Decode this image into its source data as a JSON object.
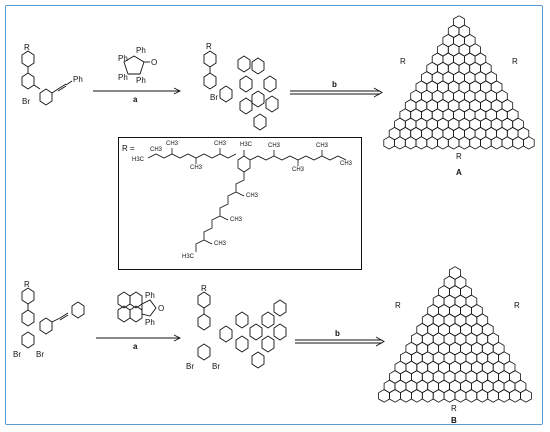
{
  "top_reaction": {
    "reactant_labels": {
      "r": "R",
      "br": "Br",
      "ph": "Ph"
    },
    "reagent_labels": {
      "ph1": "Ph",
      "ph2": "Ph",
      "ph3": "Ph",
      "ph4": "Ph",
      "o": "O"
    },
    "arrow1_label": "a",
    "intermediate_labels": {
      "r": "R",
      "br": "Br"
    },
    "arrow2_label": "b",
    "product_labels": {
      "r_left": "R",
      "r_right": "R",
      "r_bottom": "R"
    },
    "product_name": "A"
  },
  "r_group_box": {
    "r_equals": "R =",
    "labels": {
      "ch3_a": "CH3",
      "ch3_b": "CH3",
      "ch3_c": "CH3",
      "h3c_left": "H3C",
      "h3c_top": "H3C",
      "ch3_d": "CH3",
      "ch3_e": "CH3",
      "ch3_f": "CH3",
      "ch3_g": "CH3",
      "ch3_h": "CH3",
      "ch3_i": "CH3",
      "ch3_j": "CH3",
      "ch3_k": "CH3",
      "h3c_bottom": "H3C"
    }
  },
  "bottom_reaction": {
    "reactant_labels": {
      "r": "R",
      "br_left": "Br",
      "br_right": "Br"
    },
    "reagent_labels": {
      "ph1": "Ph",
      "ph2": "Ph",
      "o": "O"
    },
    "arrow1_label": "a",
    "intermediate_labels": {
      "r": "R",
      "br_left": "Br",
      "br_right": "Br"
    },
    "arrow2_label": "b",
    "product_labels": {
      "r_left": "R",
      "r_right": "R",
      "r_bottom": "R"
    },
    "product_name": "B"
  }
}
